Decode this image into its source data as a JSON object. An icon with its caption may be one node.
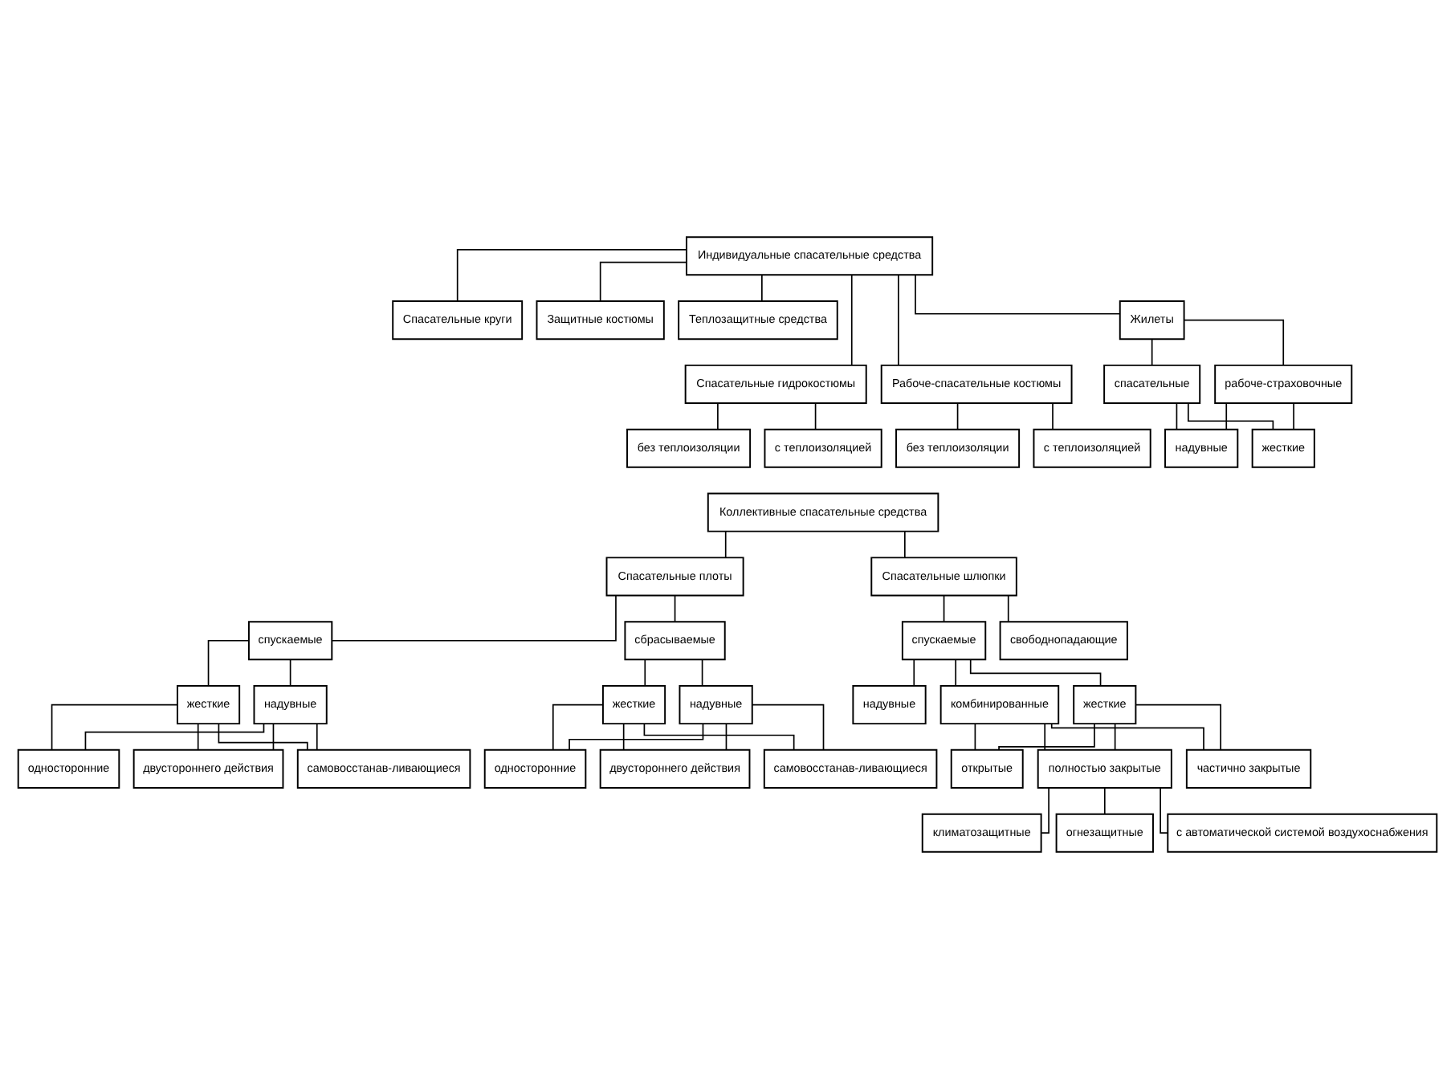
{
  "diagram": {
    "nodes": [
      {
        "text": [
          "Индивидуальные спасательные средства"
        ]
      },
      {
        "text": [
          "Спасательные круги"
        ]
      },
      {
        "text": [
          "Жилеты"
        ]
      },
      {
        "text": [
          "Спасательные гидрокостюмы"
        ]
      },
      {
        "text": [
          "Рабоче-спасательные костюмы"
        ]
      },
      {
        "text": [
          "Защитные костюмы"
        ]
      },
      {
        "text": [
          "Теплозащитные средства"
        ]
      },
      {
        "text": [
          "спасательные"
        ]
      },
      {
        "text": [
          "рабоче-страховочные"
        ]
      },
      {
        "text": [
          "с теплоизоляцией"
        ]
      },
      {
        "text": [
          "без теплоизоляции"
        ]
      },
      {
        "text": [
          "с теплоизоляцией"
        ]
      },
      {
        "text": [
          "без теплоизоляции"
        ]
      },
      {
        "text": [
          "жесткие"
        ]
      },
      {
        "text": [
          "надувные"
        ]
      },
      {
        "text": [
          "Коллективные спасательные средства"
        ]
      },
      {
        "text": [
          "Спасательные плоты"
        ]
      },
      {
        "text": [
          "Спасательные шлюпки"
        ]
      },
      {
        "text": [
          "спускаемые"
        ]
      },
      {
        "text": [
          "сбрасываемые"
        ]
      },
      {
        "text": [
          "спускаемые"
        ]
      },
      {
        "text": [
          "свободнопадающие"
        ]
      },
      {
        "text": [
          "жесткие"
        ]
      },
      {
        "text": [
          "надувные"
        ]
      },
      {
        "text": [
          "жесткие"
        ]
      },
      {
        "text": [
          "надувные"
        ]
      },
      {
        "text": [
          "надувные"
        ]
      },
      {
        "text": [
          "жесткие"
        ]
      },
      {
        "text": [
          "комбинированные"
        ]
      },
      {
        "text": [
          "односторонние"
        ]
      },
      {
        "text": [
          "двустороннего действия"
        ]
      },
      {
        "text": [
          "самовосстанав-ливающиеся"
        ]
      },
      {
        "text": [
          "односторонние"
        ]
      },
      {
        "text": [
          "двустороннего действия"
        ]
      },
      {
        "text": [
          "самовосстанав-ливающиеся"
        ]
      },
      {
        "text": [
          "открытые"
        ]
      },
      {
        "text": [
          "полностью закрытые"
        ]
      },
      {
        "text": [
          "частично закрытые"
        ]
      },
      {
        "text": [
          "климатозащитные"
        ]
      },
      {
        "text": [
          "огнезащитные"
        ]
      },
      {
        "text": [
          "с автоматической системой воздухоснабжения"
        ]
      }
    ],
    "edges": [
      {
        "from": 0,
        "to": 1,
        "arrow": "none"
      },
      {
        "from": 0,
        "to": 2,
        "arrow": "none"
      },
      {
        "from": 0,
        "to": 3,
        "arrow": "none"
      },
      {
        "from": 0,
        "to": 4,
        "arrow": "none"
      },
      {
        "from": 0,
        "to": 5,
        "arrow": "none"
      },
      {
        "from": 0,
        "to": 6,
        "arrow": "none"
      },
      {
        "from": 2,
        "to": 7,
        "arrow": "none"
      },
      {
        "from": 2,
        "to": 8,
        "arrow": "none"
      },
      {
        "from": 3,
        "to": 9,
        "arrow": "none"
      },
      {
        "from": 3,
        "to": 10,
        "arrow": "none"
      },
      {
        "from": 4,
        "to": 11,
        "arrow": "none"
      },
      {
        "from": 4,
        "to": 12,
        "arrow": "none"
      },
      {
        "from": 7,
        "to": 13,
        "arrow": "none"
      },
      {
        "from": 7,
        "to": 14,
        "arrow": "none"
      },
      {
        "from": 8,
        "to": 13,
        "arrow": "none"
      },
      {
        "from": 8,
        "to": 14,
        "arrow": "none"
      },
      {
        "from": 15,
        "to": 16,
        "arrow": "none"
      },
      {
        "from": 15,
        "to": 17,
        "arrow": "none"
      },
      {
        "from": 16,
        "to": 18,
        "arrow": "none"
      },
      {
        "from": 16,
        "to": 19,
        "arrow": "none"
      },
      {
        "from": 17,
        "to": 20,
        "arrow": "none"
      },
      {
        "from": 17,
        "to": 21,
        "arrow": "none"
      },
      {
        "from": 18,
        "to": 22,
        "arrow": "none"
      },
      {
        "from": 18,
        "to": 23,
        "arrow": "none"
      },
      {
        "from": 19,
        "to": 24,
        "arrow": "none"
      },
      {
        "from": 19,
        "to": 25,
        "arrow": "none"
      },
      {
        "from": 20,
        "to": 26,
        "arrow": "none"
      },
      {
        "from": 20,
        "to": 27,
        "arrow": "none"
      },
      {
        "from": 20,
        "to": 28,
        "arrow": "none"
      },
      {
        "from": 22,
        "to": 29,
        "arrow": "none"
      },
      {
        "from": 22,
        "to": 30,
        "arrow": "none"
      },
      {
        "from": 22,
        "to": 31,
        "arrow": "none"
      },
      {
        "from": 23,
        "to": 29,
        "arrow": "none"
      },
      {
        "from": 23,
        "to": 30,
        "arrow": "none"
      },
      {
        "from": 23,
        "to": 31,
        "arrow": "none"
      },
      {
        "from": 24,
        "to": 32,
        "arrow": "none"
      },
      {
        "from": 24,
        "to": 33,
        "arrow": "none"
      },
      {
        "from": 24,
        "to": 34,
        "arrow": "none"
      },
      {
        "from": 25,
        "to": 32,
        "arrow": "none"
      },
      {
        "from": 25,
        "to": 33,
        "arrow": "none"
      },
      {
        "from": 25,
        "to": 34,
        "arrow": "none"
      },
      {
        "from": 27,
        "to": 35,
        "arrow": "none"
      },
      {
        "from": 27,
        "to": 36,
        "arrow": "none"
      },
      {
        "from": 27,
        "to": 37,
        "arrow": "none"
      },
      {
        "from": 28,
        "to": 35,
        "arrow": "none"
      },
      {
        "from": 28,
        "to": 36,
        "arrow": "none"
      },
      {
        "from": 28,
        "to": 37,
        "arrow": "none"
      },
      {
        "from": 36,
        "to": 38,
        "arrow": "none"
      },
      {
        "from": 36,
        "to": 39,
        "arrow": "none"
      },
      {
        "from": 36,
        "to": 40,
        "arrow": "none"
      }
    ]
  }
}
